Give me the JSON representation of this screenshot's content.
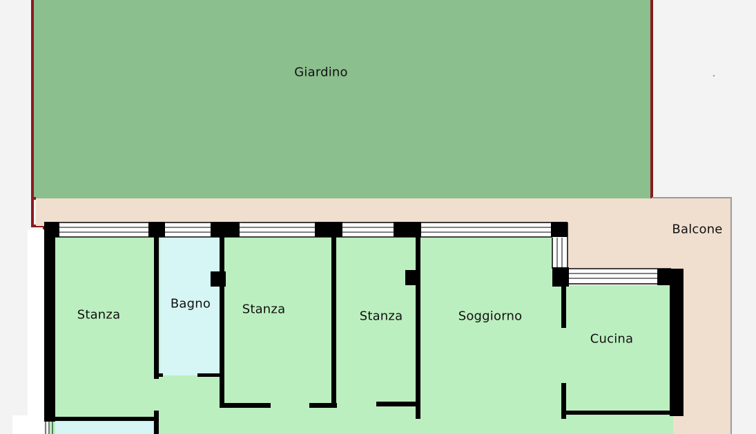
{
  "floorplan": {
    "rooms": {
      "garden": "Giardino",
      "balcony": "Balcone",
      "room1": "Stanza",
      "bathroom": "Bagno",
      "room2": "Stanza",
      "room3": "Stanza",
      "living": "Soggiorno",
      "kitchen": "Cucina"
    },
    "colors": {
      "background": "#f3f3f4",
      "garden": "#8bbf8d",
      "garden_border": "#8a1a1f",
      "balcony": "#f0decf",
      "room": "#bcefbf",
      "bathroom": "#d6f6f5",
      "wall": "#000000"
    }
  }
}
